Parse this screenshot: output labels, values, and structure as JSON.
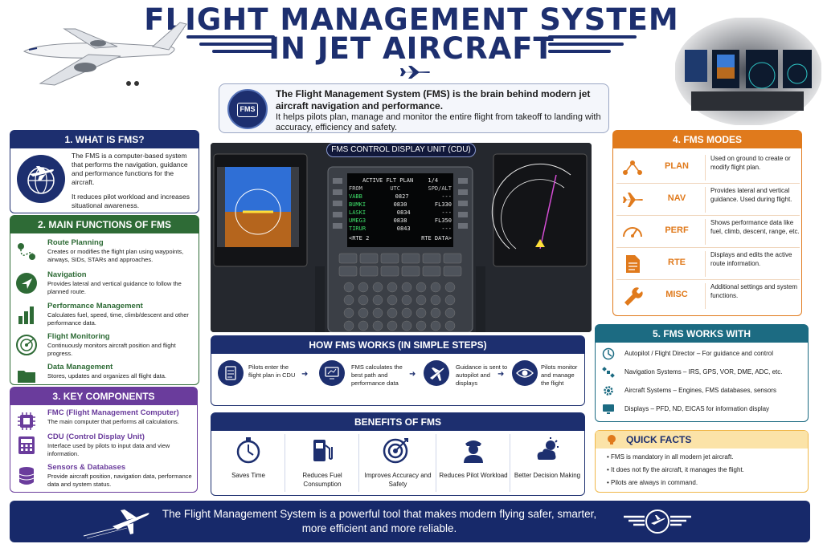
{
  "title": {
    "line1": "FLIGHT MANAGEMENT SYSTEM",
    "line2": "IN JET AIRCRAFT"
  },
  "intro": {
    "icon_label": "FMS",
    "bold": "The Flight Management System (FMS) is the brain behind modern jet aircraft navigation and performance.",
    "text": "It helps pilots plan, manage and monitor the entire flight from takeoff to landing with accuracy, efficiency and safety."
  },
  "what": {
    "header": "1. WHAT IS FMS?",
    "p1": "The FMS is a computer-based system that performs the navigation, guidance and performance functions for the aircraft.",
    "p2": "It reduces pilot workload and increases situational awareness."
  },
  "functions": {
    "header": "2. MAIN FUNCTIONS OF FMS",
    "items": [
      {
        "title": "Route Planning",
        "desc": "Creates or modifies the flight plan using waypoints, airways, SIDs, STARs and approaches.",
        "icon": "route-icon"
      },
      {
        "title": "Navigation",
        "desc": "Provides lateral and vertical guidance to follow the planned route.",
        "icon": "navigation-arrow-icon"
      },
      {
        "title": "Performance Management",
        "desc": "Calculates fuel, speed, time, climb/descent and other performance data.",
        "icon": "bar-chart-icon"
      },
      {
        "title": "Flight Monitoring",
        "desc": "Continuously monitors aircraft position and flight progress.",
        "icon": "radar-icon"
      },
      {
        "title": "Data Management",
        "desc": "Stores, updates and organizes all flight data.",
        "icon": "folder-icon"
      }
    ]
  },
  "components": {
    "header": "3. KEY COMPONENTS",
    "items": [
      {
        "title": "FMC (Flight Management Computer)",
        "desc": "The main computer that performs all calculations.",
        "icon": "chip-icon"
      },
      {
        "title": "CDU (Control Display Unit)",
        "desc": "Interface used by pilots to input data and view information.",
        "icon": "keypad-icon"
      },
      {
        "title": "Sensors & Databases",
        "desc": "Provide aircraft position, navigation data, performance data and system status.",
        "icon": "database-icon"
      }
    ]
  },
  "cdu": {
    "label": "FMS CONTROL DISPLAY UNIT (CDU)",
    "screen_title": "ACTIVE FLT PLAN",
    "page": "1/4",
    "cols": [
      "FROM",
      "UTC",
      "SPD/ALT"
    ],
    "rows": [
      [
        "VABB",
        "0827",
        "---"
      ],
      [
        "BUMKI",
        "0830",
        "FL330"
      ],
      [
        "LASKI",
        "0834",
        "---"
      ],
      [
        "UMEG3",
        "0838",
        "FL350"
      ],
      [
        "TIRUR",
        "0843",
        "---"
      ]
    ],
    "bottom_left": "<RTE 2",
    "bottom_right": "RTE DATA>"
  },
  "modes": {
    "header": "4. FMS MODES",
    "items": [
      {
        "name": "PLAN",
        "desc": "Used on ground to create or modify flight plan.",
        "icon": "route-icon"
      },
      {
        "name": "NAV",
        "desc": "Provides lateral and vertical guidance. Used during flight.",
        "icon": "airplane-icon"
      },
      {
        "name": "PERF",
        "desc": "Shows performance data like fuel, climb, descent, range, etc.",
        "icon": "gauge-icon"
      },
      {
        "name": "RTE",
        "desc": "Displays and edits the active route information.",
        "icon": "document-icon"
      },
      {
        "name": "MISC",
        "desc": "Additional settings and system functions.",
        "icon": "wrench-icon"
      }
    ]
  },
  "works_with": {
    "header": "5. FMS WORKS WITH",
    "items": [
      {
        "text": "Autopilot / Flight Director – For guidance and control",
        "icon": "autopilot-icon"
      },
      {
        "text": "Navigation Systems – IRS, GPS, VOR, DME, ADC, etc.",
        "icon": "satellite-icon"
      },
      {
        "text": "Aircraft Systems – Engines, FMS databases, sensors",
        "icon": "gear-icon"
      },
      {
        "text": "Displays – PFD, ND, EICAS for information display",
        "icon": "display-icon"
      }
    ]
  },
  "quick_facts": {
    "header": "QUICK FACTS",
    "items": [
      "FMS is mandatory in all modern jet aircraft.",
      "It does not fly the aircraft, it manages the flight.",
      "Pilots are always in command."
    ]
  },
  "how": {
    "header": "HOW FMS WORKS (IN SIMPLE STEPS)",
    "steps": [
      {
        "text": "Pilots enter the flight plan in CDU",
        "icon": "checklist-icon"
      },
      {
        "text": "FMS calculates the best path and performance data",
        "icon": "monitor-icon"
      },
      {
        "text": "Guidance is sent to autopilot and displays",
        "icon": "airplane-icon"
      },
      {
        "text": "Pilots monitor and manage the flight",
        "icon": "eye-icon"
      }
    ]
  },
  "benefits": {
    "header": "BENEFITS OF FMS",
    "items": [
      {
        "text": "Saves Time",
        "icon": "stopwatch-icon"
      },
      {
        "text": "Reduces Fuel Consumption",
        "icon": "fuel-pump-icon"
      },
      {
        "text": "Improves Accuracy and Safety",
        "icon": "target-icon"
      },
      {
        "text": "Reduces Pilot Workload",
        "icon": "pilot-icon"
      },
      {
        "text": "Better Decision Making",
        "icon": "weather-icon"
      }
    ]
  },
  "footer": {
    "text": "The Flight Management System is a powerful tool that makes modern flying safer, smarter, more efficient and more reliable."
  },
  "colors": {
    "navy": "#1d2f6f",
    "green": "#2e6b36",
    "purple": "#6a3c9c",
    "orange": "#e07a1c",
    "teal": "#1c6b82",
    "gold": "#f0b84a"
  }
}
